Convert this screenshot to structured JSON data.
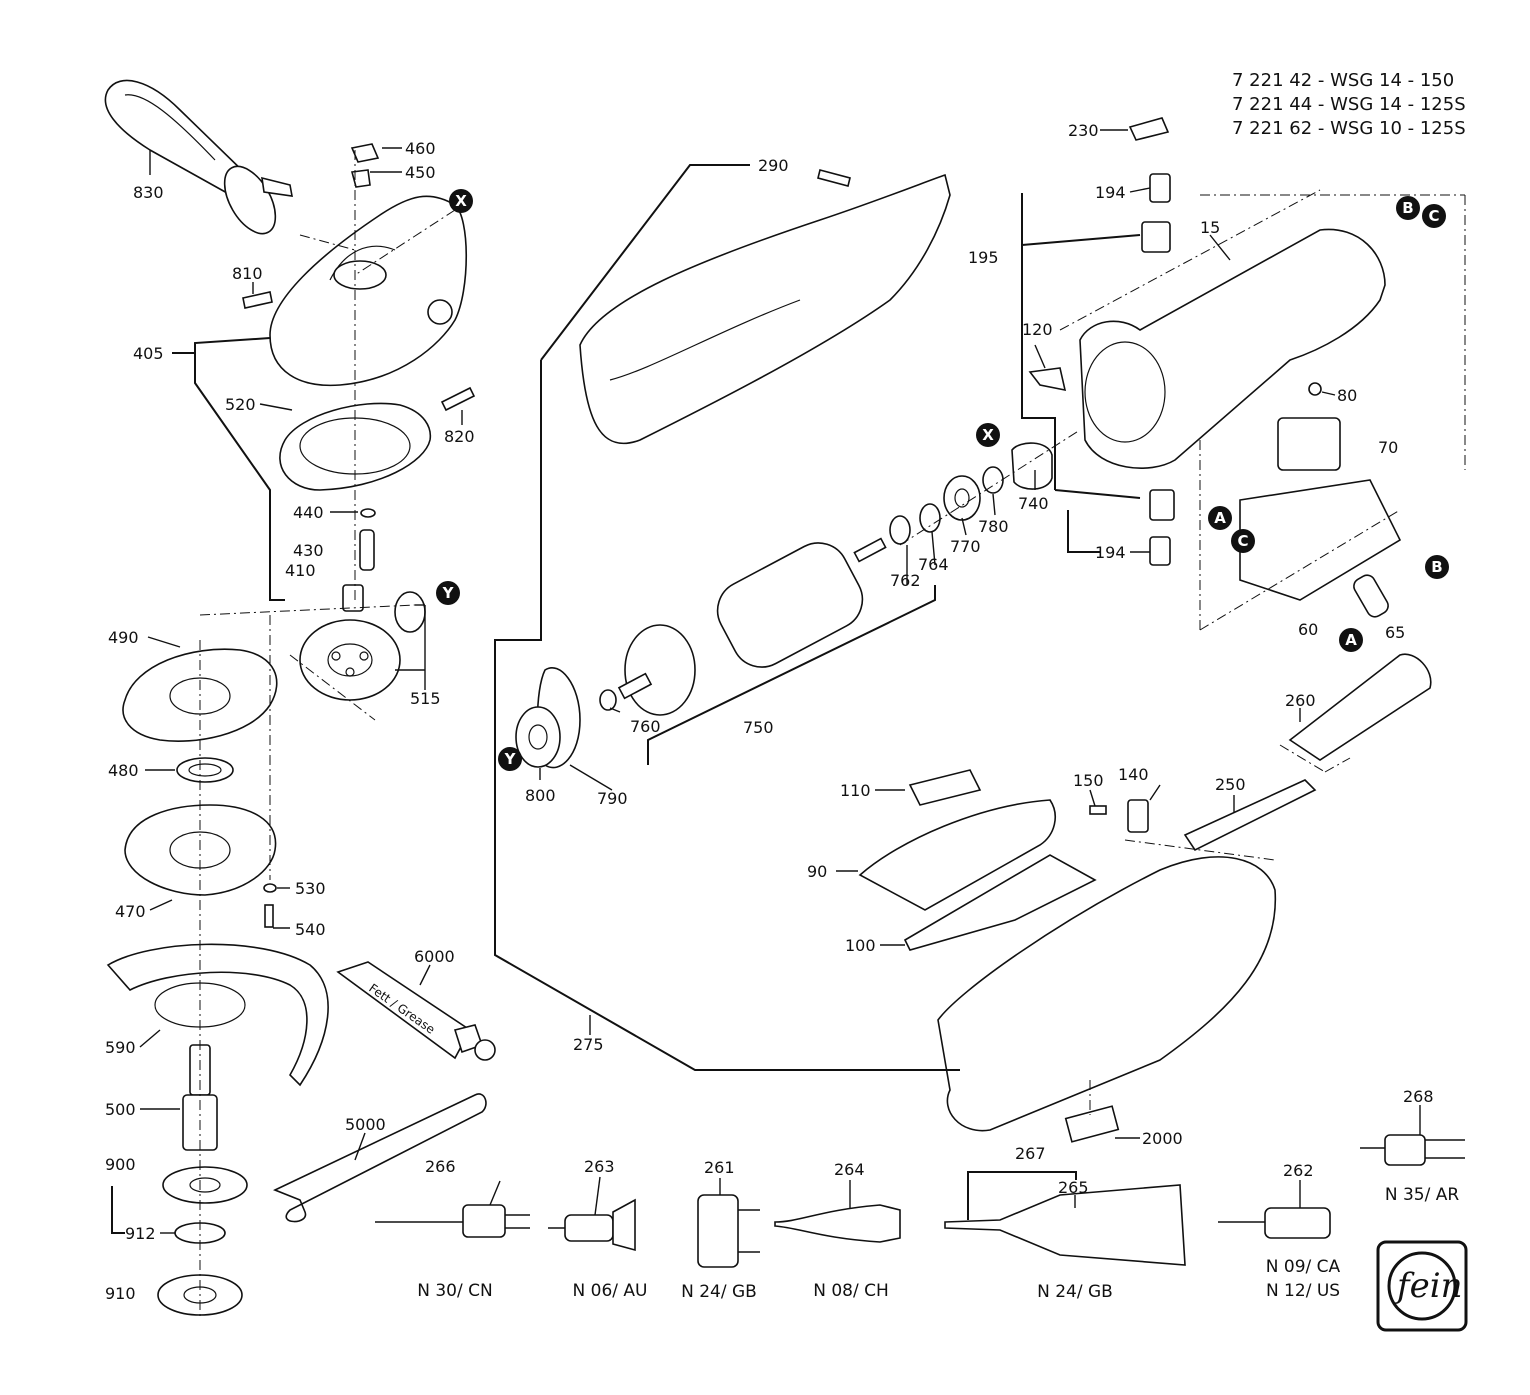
{
  "models": [
    "7 221 42 - WSG 14 - 150",
    "7 221 44 - WSG 14 - 125S",
    "7 221 62 - WSG 10 - 125S"
  ],
  "parts": {
    "p830": "830",
    "p460": "460",
    "p450": "450",
    "p810": "810",
    "p405": "405",
    "p520": "520",
    "p820": "820",
    "p440": "440",
    "p430": "430",
    "p410": "410",
    "p515": "515",
    "p490": "490",
    "p480": "480",
    "p470": "470",
    "p530": "530",
    "p540": "540",
    "p590": "590",
    "p500": "500",
    "p900": "900",
    "p912": "912",
    "p910": "910",
    "p6000": "6000",
    "p5000": "5000",
    "p275": "275",
    "p290": "290",
    "p800": "800",
    "p790": "790",
    "p760": "760",
    "p750": "750",
    "p762": "762",
    "p764": "764",
    "p770": "770",
    "p780": "780",
    "p740": "740",
    "p230": "230",
    "p194a": "194",
    "p195": "195",
    "p15": "15",
    "p120": "120",
    "p80": "80",
    "p70": "70",
    "p194b": "194",
    "p60": "60",
    "p65": "65",
    "p260": "260",
    "p110": "110",
    "p150": "150",
    "p140": "140",
    "p250": "250",
    "p90": "90",
    "p100": "100",
    "p2000": "2000",
    "p266": "266",
    "p263": "263",
    "p261": "261",
    "p264": "264",
    "p267": "267",
    "p265": "265",
    "p262": "262",
    "p268": "268"
  },
  "markers": {
    "x": "X",
    "y": "Y",
    "a": "A",
    "b": "B",
    "c": "C"
  },
  "plug_variants": {
    "v266": "N 30/ CN",
    "v263": "N 06/ AU",
    "v261": "N 24/ GB",
    "v264": "N 08/ CH",
    "v265": "N 24/ GB",
    "v262a": "N 09/ CA",
    "v262b": "N 12/ US",
    "v268": "N 35/ AR"
  },
  "grease_label": "Fett / Grease",
  "logo_text": "fein"
}
